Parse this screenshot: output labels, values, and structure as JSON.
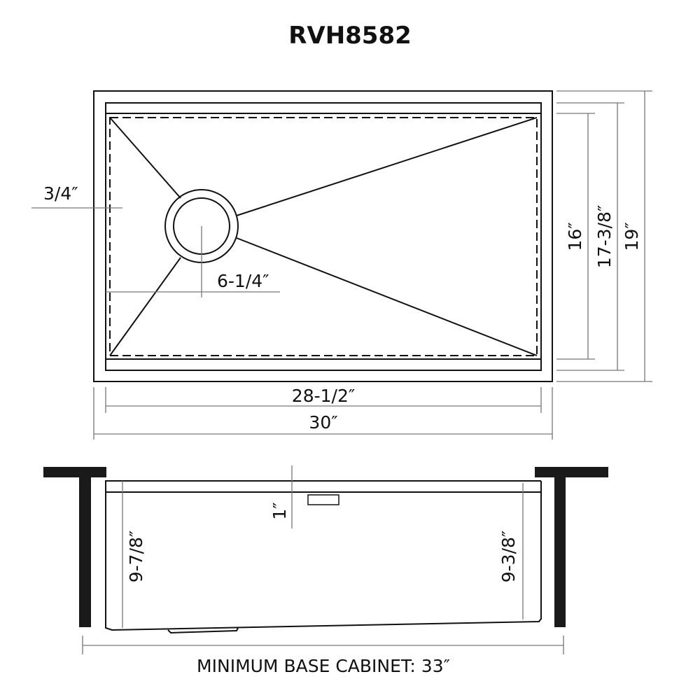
{
  "title": "RVH8582",
  "top_view": {
    "dims": {
      "offset_left": "3/4″",
      "drain_offset": "6-1/4″",
      "inner_width": "28-1/2″",
      "outer_width": "30″",
      "inner_depth": "16″",
      "mid_depth": "17-3/8″",
      "outer_depth": "19″"
    }
  },
  "side_view": {
    "dims": {
      "ledge": "1″",
      "left_depth": "9-7/8″",
      "right_depth": "9-3/8″"
    },
    "cabinet_label": "MINIMUM BASE CABINET: 33″"
  },
  "colors": {
    "line": "#111111",
    "dim_line": "#777777"
  }
}
